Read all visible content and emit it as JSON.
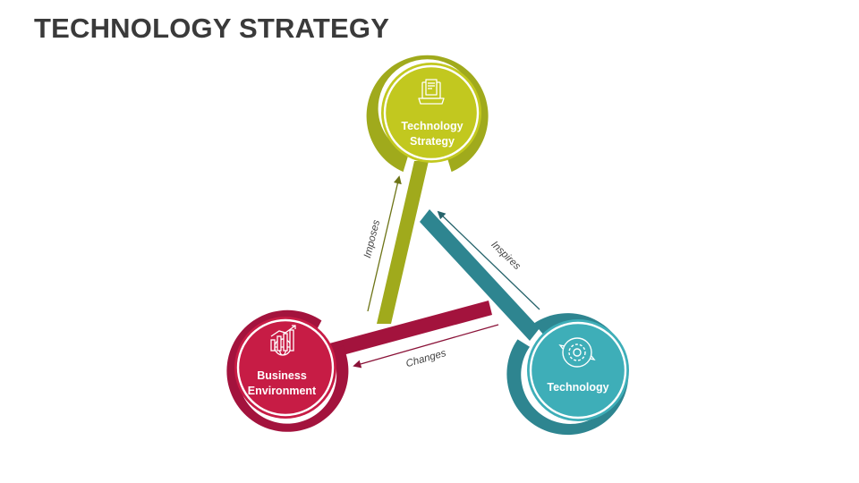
{
  "title": "TECHNOLOGY STRATEGY",
  "nodes": {
    "technology_strategy": {
      "line1": "Technology",
      "line2": "Strategy",
      "icon": "laptop-document-icon"
    },
    "business_environment": {
      "line1": "Business",
      "line2": "Environment",
      "icon": "growth-chart-globe-icon"
    },
    "technology": {
      "label": "Technology",
      "icon": "gear-cycle-icon"
    }
  },
  "edges": {
    "imposes": "Imposes",
    "inspires": "Inspires",
    "changes": "Changes"
  },
  "colors": {
    "olive": "#a0aa1c",
    "lime": "#c2c81f",
    "crimson_dark": "#a3133d",
    "crimson": "#c71c45",
    "teal_dark": "#2e8590",
    "teal": "#3eaeb8",
    "arrow_olive": "#6d7416",
    "arrow_crimson": "#8a1238",
    "arrow_teal": "#26636b",
    "title": "#3a3a3a"
  }
}
